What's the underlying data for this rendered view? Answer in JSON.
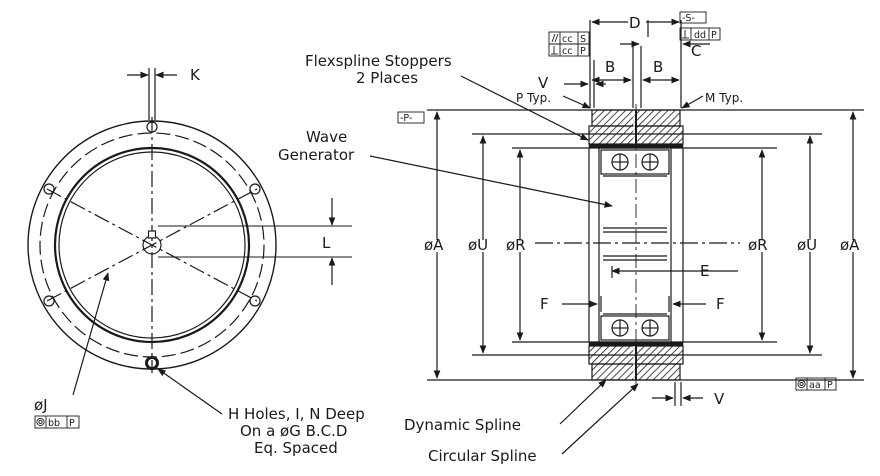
{
  "labels": {
    "K": "K",
    "L": "L",
    "J": "øJ",
    "J_tol": "bb",
    "J_datum": "P",
    "holes_line1": "H Holes, I, N Deep",
    "holes_line2": "On a øG B.C.D",
    "holes_line3": "Eq. Spaced",
    "D": "D",
    "S_datum": "-S-",
    "B_left": "B",
    "B_right": "B",
    "C": "C",
    "V_top": "V",
    "V_bottom": "V",
    "P_typ": "P Typ.",
    "M_typ": "M Typ.",
    "P_datum": "-P-",
    "flex_line1": "Flexspline Stoppers",
    "flex_line2": "2 Places",
    "wave_line1": "Wave",
    "wave_line2": "Generator",
    "A_left": "øA",
    "U_left": "øU",
    "R_left": "øR",
    "R_right": "øR",
    "U_right": "øU",
    "A_right": "øA",
    "E": "E",
    "F_left": "F",
    "F_right": "F",
    "dynamic": "Dynamic Spline",
    "circular": "Circular Spline",
    "fcf1_tol": "cc",
    "fcf1_datum": "S",
    "fcf2_tol": "cc",
    "fcf2_datum": "P",
    "fcf3_tol": "dd",
    "fcf3_datum": "P",
    "aa_tol": "aa",
    "aa_datum": "P"
  },
  "colors": {
    "ink": "#1a1a1a",
    "paper": "#ffffff"
  }
}
